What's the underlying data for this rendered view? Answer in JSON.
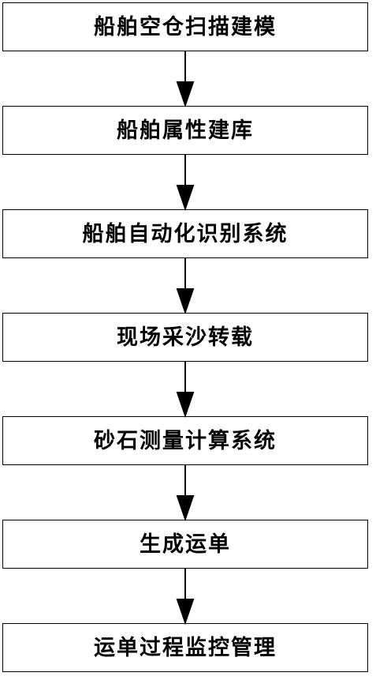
{
  "flow": {
    "steps": [
      "船舶空仓扫描建模",
      "船舶属性建库",
      "船舶自动化识别系统",
      "现场采沙转载",
      "砂石测量计算系统",
      "生成运单",
      "运单过程监控管理"
    ]
  }
}
